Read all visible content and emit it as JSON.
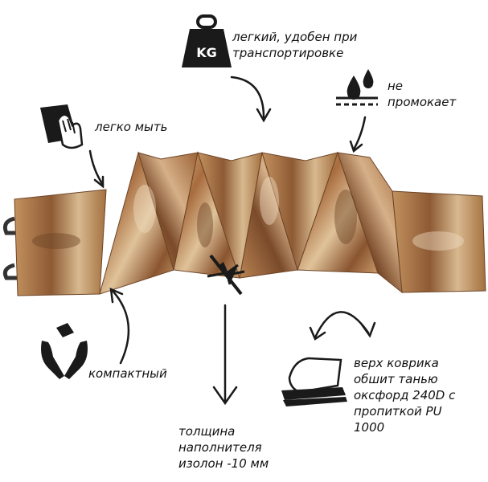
{
  "features": {
    "weight": {
      "text": "легкий, удобен при\nтранспортировке",
      "badge": "KG",
      "icon": "weight-kg-icon"
    },
    "waterproof": {
      "text": "не\nпромокает",
      "icon": "water-drops-icon"
    },
    "washable": {
      "text": "легко мыть",
      "icon": "wiping-hand-icon"
    },
    "compact": {
      "text": "компактный",
      "icon": "hands-holding-cube-icon"
    },
    "thickness": {
      "text": "толщина\nнаполнителя\nизолон -10 мм",
      "icon": "compression-arrows-icon"
    },
    "fabric": {
      "text": "верх коврика\nобшит танью\nоксфорд 240D с\nпропиткой PU\n1000",
      "icon": "fabric-layers-icon"
    }
  },
  "colors": {
    "text": "#111111",
    "icon": "#1a1a1a",
    "camo_dark": "#7a4a2a",
    "camo_mid": "#b07a4a",
    "camo_light": "#d9b48a"
  }
}
